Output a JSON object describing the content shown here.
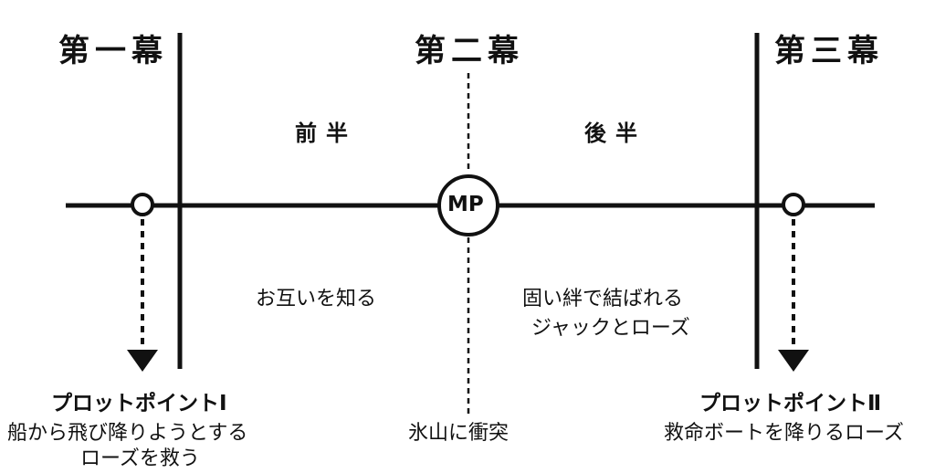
{
  "acts": {
    "first": "第一幕",
    "second": "第二幕",
    "third": "第三幕"
  },
  "halves": {
    "first": "前半",
    "second": "後半"
  },
  "midpoint": {
    "label": "MP"
  },
  "plot_points": {
    "first": {
      "title": "プロットポイントⅠ",
      "description_line1": "船から飛び降りようとする",
      "description_line2": "ローズを救う"
    },
    "second": {
      "title": "プロットポイントⅡ",
      "description": "救命ボートを降りるローズ"
    }
  },
  "segments": {
    "first_half_note": "お互いを知る",
    "second_half_note_line1": "固い絆で結ばれる",
    "second_half_note_line2": "ジャックとローズ",
    "midpoint_note": "氷山に衝突"
  },
  "colors": {
    "ink": "#111111",
    "background": "#ffffff"
  }
}
